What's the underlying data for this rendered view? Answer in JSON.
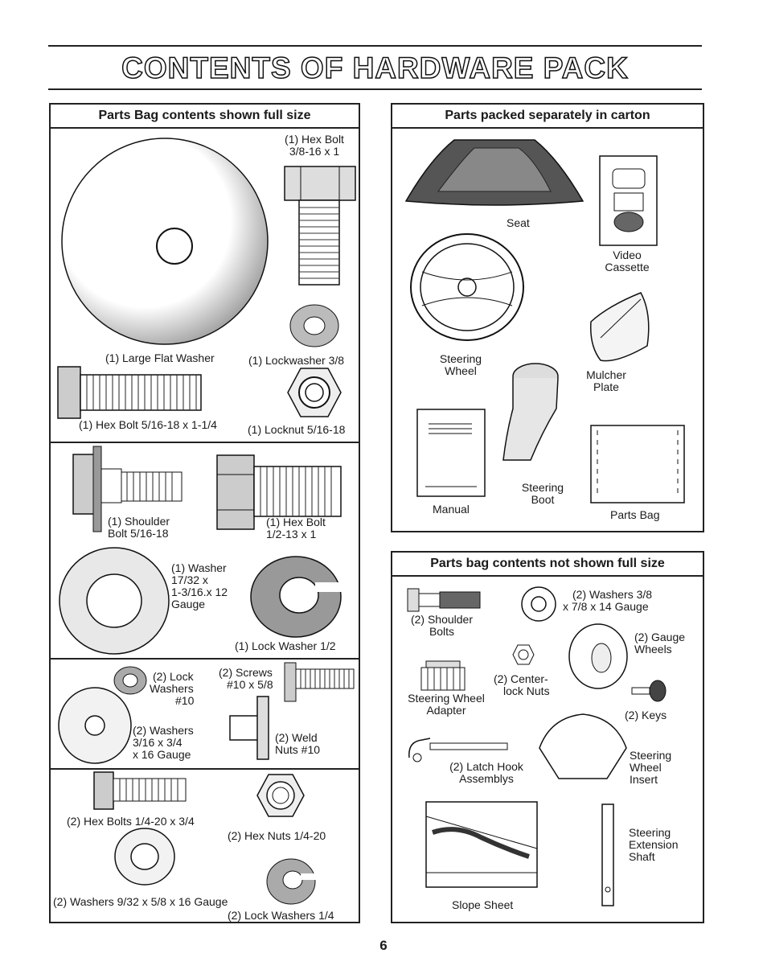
{
  "title": "CONTENTS OF HARDWARE PACK",
  "page_number": "6",
  "left_panel": {
    "header": "Parts Bag contents shown full size",
    "labels": {
      "hex_bolt_38": [
        "(1) Hex Bolt",
        "3/8-16 x 1"
      ],
      "large_flat_washer": "(1) Large Flat Washer",
      "lockwasher_38": "(1) Lockwasher 3/8",
      "hex_bolt_516": "(1) Hex Bolt 5/16-18 x 1-1/4",
      "locknut_516": "(1) Locknut 5/16-18",
      "shoulder_bolt": [
        "(1) Shoulder",
        "Bolt 5/16-18"
      ],
      "hex_bolt_12": [
        "(1) Hex Bolt",
        "1/2-13 x 1"
      ],
      "washer_1732": [
        "(1) Washer",
        "17/32 x",
        "1-3/16.x 12",
        "Gauge"
      ],
      "lock_washer_12": "(1) Lock Washer 1/2",
      "lock_washers_10": [
        "(2) Lock",
        "Washers",
        "#10"
      ],
      "screws_10": [
        "(2) Screws",
        "#10 x 5/8"
      ],
      "washers_316": [
        "(2) Washers",
        "3/16 x 3/4",
        "x 16 Gauge"
      ],
      "weld_nuts": [
        "(2) Weld",
        "Nuts #10"
      ],
      "hex_bolts_14": "(2) Hex Bolts 1/4-20 x 3/4",
      "hex_nuts_14": "(2) Hex Nuts 1/4-20",
      "washers_932": "(2) Washers 9/32  x 5/8 x 16 Gauge",
      "lock_washers_14": "(2) Lock Washers 1/4"
    }
  },
  "carton_panel": {
    "header": "Parts packed separately in carton",
    "labels": {
      "seat": "Seat",
      "video": [
        "Video",
        "Cassette"
      ],
      "steering_wheel": [
        "Steering",
        "Wheel"
      ],
      "mulcher": [
        "Mulcher",
        "Plate"
      ],
      "manual": "Manual",
      "steering_boot": [
        "Steering",
        "Boot"
      ],
      "parts_bag": "Parts Bag"
    }
  },
  "not_full_panel": {
    "header": "Parts bag contents not shown full size",
    "labels": {
      "shoulder_bolts": [
        "(2) Shoulder",
        "Bolts"
      ],
      "washers_38": [
        "(2) Washers 3/8",
        "x 7/8 x 14 Gauge"
      ],
      "gauge_wheels": [
        "(2) Gauge",
        "Wheels"
      ],
      "center_lock_nuts": [
        "(2) Center-",
        "lock Nuts"
      ],
      "sw_adapter": [
        "Steering Wheel",
        "Adapter"
      ],
      "keys": "(2) Keys",
      "latch_hook": [
        "(2) Latch Hook",
        "Assemblys"
      ],
      "sw_insert": [
        "Steering",
        "Wheel",
        "Insert"
      ],
      "slope_sheet": "Slope Sheet",
      "extension_shaft": [
        "Steering",
        "Extension",
        "Shaft"
      ]
    }
  }
}
